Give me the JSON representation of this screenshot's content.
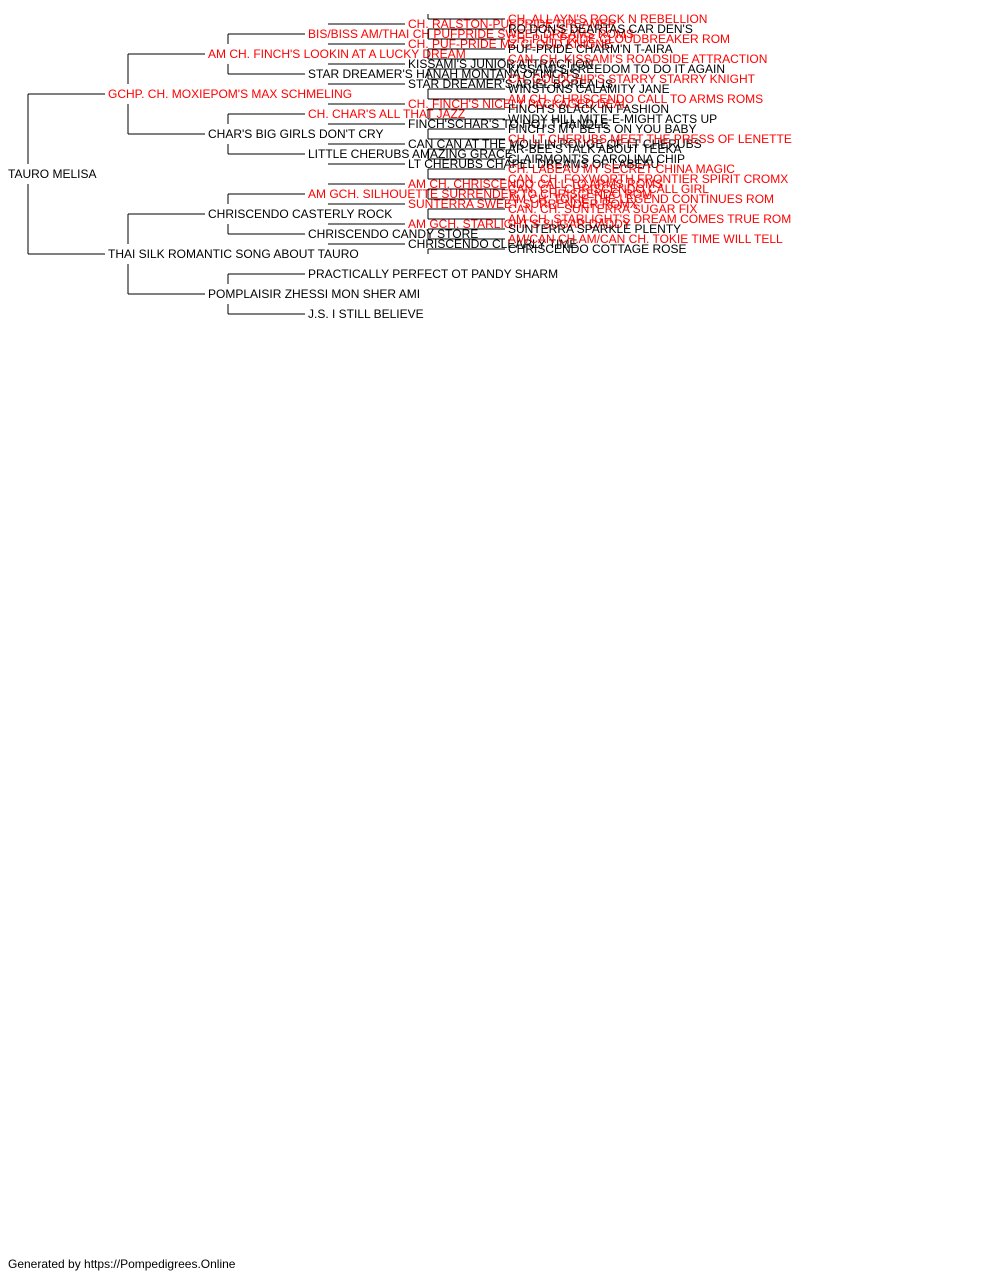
{
  "colors": {
    "champion": "#ff0000",
    "regular": "#000000",
    "line": "#000000"
  },
  "pedigree": {
    "name": "TAURO MELISA",
    "champion": false,
    "sire": {
      "name": "GCHP. CH. MOXIEPOM'S MAX SCHMELING",
      "champion": true,
      "sire": {
        "name": "AM CH. FINCH'S LOOKIN AT A LUCKY DREAM",
        "champion": true,
        "sire": {
          "name": "BIS/BISS AM/THAI CH PUFPRIDE SWEET DREAMS ROMS",
          "champion": true,
          "sire": {
            "name": "CH. RALSTON-PUFPRIDE DREAMER",
            "champion": true,
            "sire": {
              "name": "CH. ALLAYN'S ROCK N REBELLION",
              "champion": true
            },
            "dam": {
              "name": "RO DON'S DEARTAS CAR DEN'S",
              "champion": false
            }
          },
          "dam": {
            "name": "CH. PUF-PRIDE MZ CLOUD KNIGNE",
            "champion": true,
            "sire": {
              "name": "CH. PUF PRIDE CLOUDBREAKER ROM",
              "champion": true
            },
            "dam": {
              "name": "PUF-PRIDE CHARM'N T-AIRA",
              "champion": false
            }
          }
        },
        "dam": {
          "name": "STAR DREAMER'S HANAH MONTANA OFINCH'S",
          "champion": false,
          "sire": {
            "name": "KISSAMI'S JUNIOR ATTRACTION",
            "champion": false,
            "sire": {
              "name": "CAN. CH. KISSAMI'S ROADSIDE ATTRACTION",
              "champion": true
            },
            "dam": {
              "name": "KISSAMI'S FREEDOM TO DO IT AGAIN",
              "champion": false
            }
          },
          "dam": {
            "name": "STAR DREAMER'S ARIEL BOREALIS",
            "champion": false,
            "sire": {
              "name": "CH. GOLDCHIP'S STARRY STARRY KNIGHT",
              "champion": true
            },
            "dam": {
              "name": "WINSTONS CALAMITY JANE",
              "champion": false
            }
          }
        }
      },
      "dam": {
        "name": "CHAR'S BIG GIRLS DON'T CRY",
        "champion": false,
        "sire": {
          "name": "CH. CHAR'S ALL THAT JAZZ",
          "champion": true,
          "sire": {
            "name": "CH. FINCH'S NICELY PACKAGED DEAL",
            "champion": true,
            "sire": {
              "name": "AM CH. CHRISCENDO CALL TO ARMS ROMS",
              "champion": true
            },
            "dam": {
              "name": "FINCH'S BLACK IN FASHION",
              "champion": false
            }
          },
          "dam": {
            "name": "FINCH'SCHAR'S TO HOT T'HANDLE",
            "champion": false,
            "sire": {
              "name": "WINDY HILL MITE-E-MIGHT ACTS UP",
              "champion": false
            },
            "dam": {
              "name": "FINCH'S MY BETS ON YOU BABY",
              "champion": false
            }
          }
        },
        "dam": {
          "name": "LITTLE CHERUBS AMAZING GRACE",
          "champion": false,
          "sire": {
            "name": "CAN CAN AT THE MOULIN ROUGE OF LT CHERUBS",
            "champion": false,
            "sire": {
              "name": "CH. LT CHERUBS MEET THE PRESS OF LENETTE",
              "champion": true
            },
            "dam": {
              "name": "AR-BEE'S TALK ABOUT TEEKA",
              "champion": false
            }
          },
          "dam": {
            "name": "LT CHERUBS CHAPEL DREAMS OF LABEAU",
            "champion": false,
            "sire": {
              "name": "CLAIRMONT'S CAROLINA CHIP",
              "champion": false
            },
            "dam": {
              "name": "CH. LABEAU MY SECRET CHINA MAGIC",
              "champion": true
            }
          }
        }
      }
    },
    "dam": {
      "name": "THAI SILK ROMANTIC SONG ABOUT TAURO",
      "champion": false,
      "sire": {
        "name": "CHRISCENDO CASTERLY ROCK",
        "champion": false,
        "sire": {
          "name": "AM GCH. SILHOUETTE SURRENDER TO CHRISCENDO ROM",
          "champion": true,
          "sire": {
            "name": "AM CH. CHRISCENDO CALL TO ARMS ROMS",
            "champion": true,
            "sire": {
              "name": "CAN. CH. FOXWORTH FRONTIER SPIRIT CROMX",
              "champion": true
            },
            "dam": {
              "name": "CAN. CH. CHRISCENDO CALL GIRL",
              "champion": true
            }
          },
          "dam": {
            "name": "SUNTERRA SWEET SURRENDER ROMX",
            "champion": true,
            "sire": {
              "name": "AM CH. TOKIE THE LEGEND CONTINUES ROM",
              "champion": true
            },
            "dam": {
              "name": "CAN. CH. SUNTERRA SUGAR FIX",
              "champion": true
            }
          }
        },
        "dam": {
          "name": "CHRISCENDO CANDY STORE",
          "champion": false,
          "sire": {
            "name": "AM GCH. STARLIGHT'S SUGAR DADDY",
            "champion": true,
            "sire": {
              "name": "AM CH. STARLIGHT'S DREAM COMES TRUE ROM",
              "champion": true
            },
            "dam": {
              "name": "SUNTERRA SPARKLE PLENTY",
              "champion": false
            }
          },
          "dam": {
            "name": "CHRISCENDO CLEARLY TIME",
            "champion": false,
            "sire": {
              "name": "AM/CAN CH.AM/CAN CH. TOKIE TIME WILL TELL",
              "champion": true
            },
            "dam": {
              "name": "CHRISCENDO COTTAGE ROSE",
              "champion": false
            }
          }
        }
      },
      "dam": {
        "name": "POMPLAISIR ZHESSI MON SHER AMI",
        "champion": false,
        "sire": {
          "name": "PRACTICALLY PERFECT OT PANDY SHARM",
          "champion": false
        },
        "dam": {
          "name": "J.S. I STILL BELIEVE",
          "champion": false
        }
      }
    }
  },
  "footer": "Generated by https://Pompedigrees.Online"
}
